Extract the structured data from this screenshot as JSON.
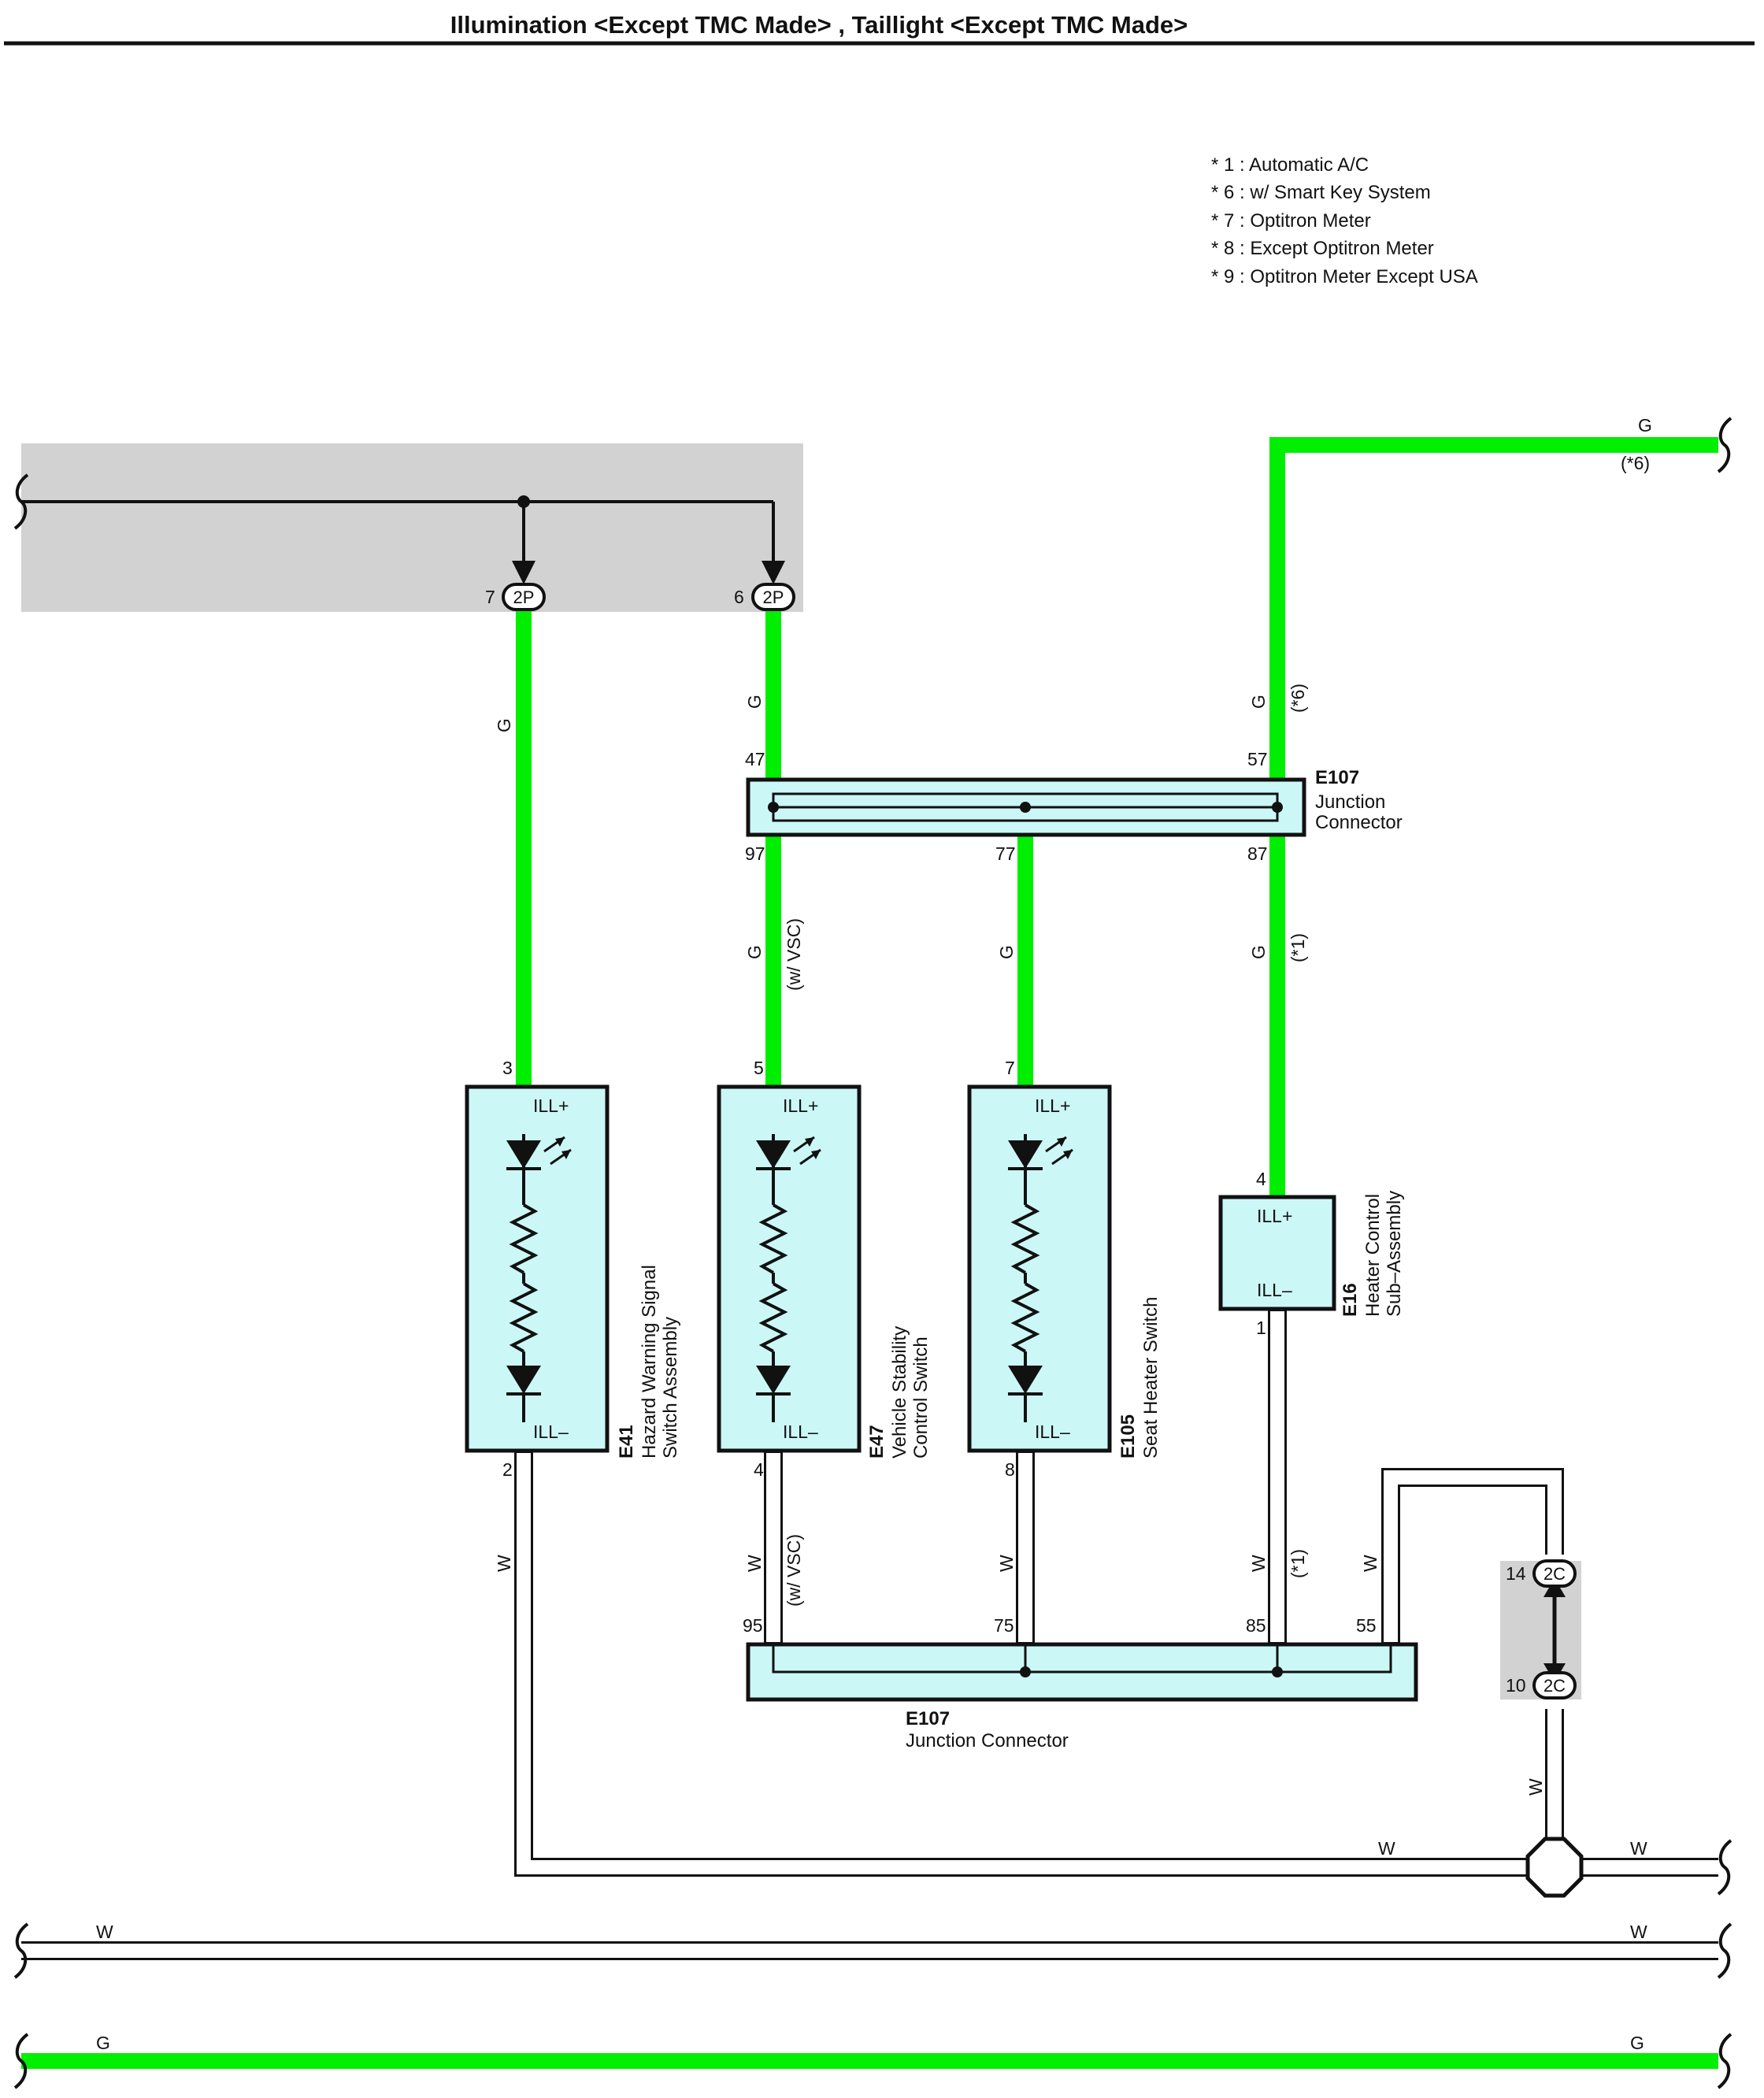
{
  "title": "Illumination <Except TMC Made> , Taillight <Except TMC Made>",
  "notes": [
    "* 1 : Automatic A/C",
    "* 6 : w/ Smart Key System",
    "* 7 : Optitron Meter",
    "* 8 : Except Optitron Meter",
    "* 9 : Optitron Meter Except USA"
  ],
  "colors": {
    "green_wire": "#00ee00",
    "component_fill": "#ccf7f7",
    "shade": "#d2d2d2",
    "white_wire": "#ffffff"
  },
  "wire_codes": {
    "g": "G",
    "w": "W"
  },
  "conditions": {
    "c6": "(*6)",
    "c1": "(*1)",
    "vsc": "(w/ VSC)"
  },
  "connectors": {
    "c2p": "2P",
    "c2c": "2C"
  },
  "pins": {
    "p2p_7": "7",
    "p2p_6": "6",
    "e107_47": "47",
    "e107_57": "57",
    "e107_97": "97",
    "e107_77": "77",
    "e107_87": "87",
    "e41_3": "3",
    "e47_5": "5",
    "e105_7": "7",
    "e16_4": "4",
    "e41_2": "2",
    "e47_4": "4",
    "e105_8": "8",
    "e16_1": "1",
    "e107b_95": "95",
    "e107b_75": "75",
    "e107b_85": "85",
    "e107b_55": "55",
    "c2c_14": "14",
    "c2c_10": "10"
  },
  "components": {
    "e107_top": {
      "ref": "E107",
      "name_line1": "Junction",
      "name_line2": "Connector"
    },
    "e107_bottom": {
      "ref": "E107",
      "name": "Junction Connector"
    },
    "e41": {
      "ref": "E41",
      "name_line1": "Hazard Warning Signal",
      "name_line2": "Switch Assembly",
      "ill_plus": "ILL+",
      "ill_minus": "ILL–"
    },
    "e47": {
      "ref": "E47",
      "name_line1": "Vehicle Stability",
      "name_line2": "Control Switch",
      "ill_plus": "ILL+",
      "ill_minus": "ILL–"
    },
    "e105": {
      "ref": "E105",
      "name_line1": "Seat Heater Switch",
      "ill_plus": "ILL+",
      "ill_minus": "ILL–"
    },
    "e16": {
      "ref": "E16",
      "name_line1": "Heater Control",
      "name_line2": "Sub–Assembly",
      "ill_plus": "ILL+",
      "ill_minus": "ILL–"
    }
  },
  "icons": [
    "led-icon",
    "resistor-icon",
    "diode-icon",
    "ground-point-icon",
    "wire-break-icon",
    "splice-dot-icon",
    "connector-arrow-icon"
  ]
}
